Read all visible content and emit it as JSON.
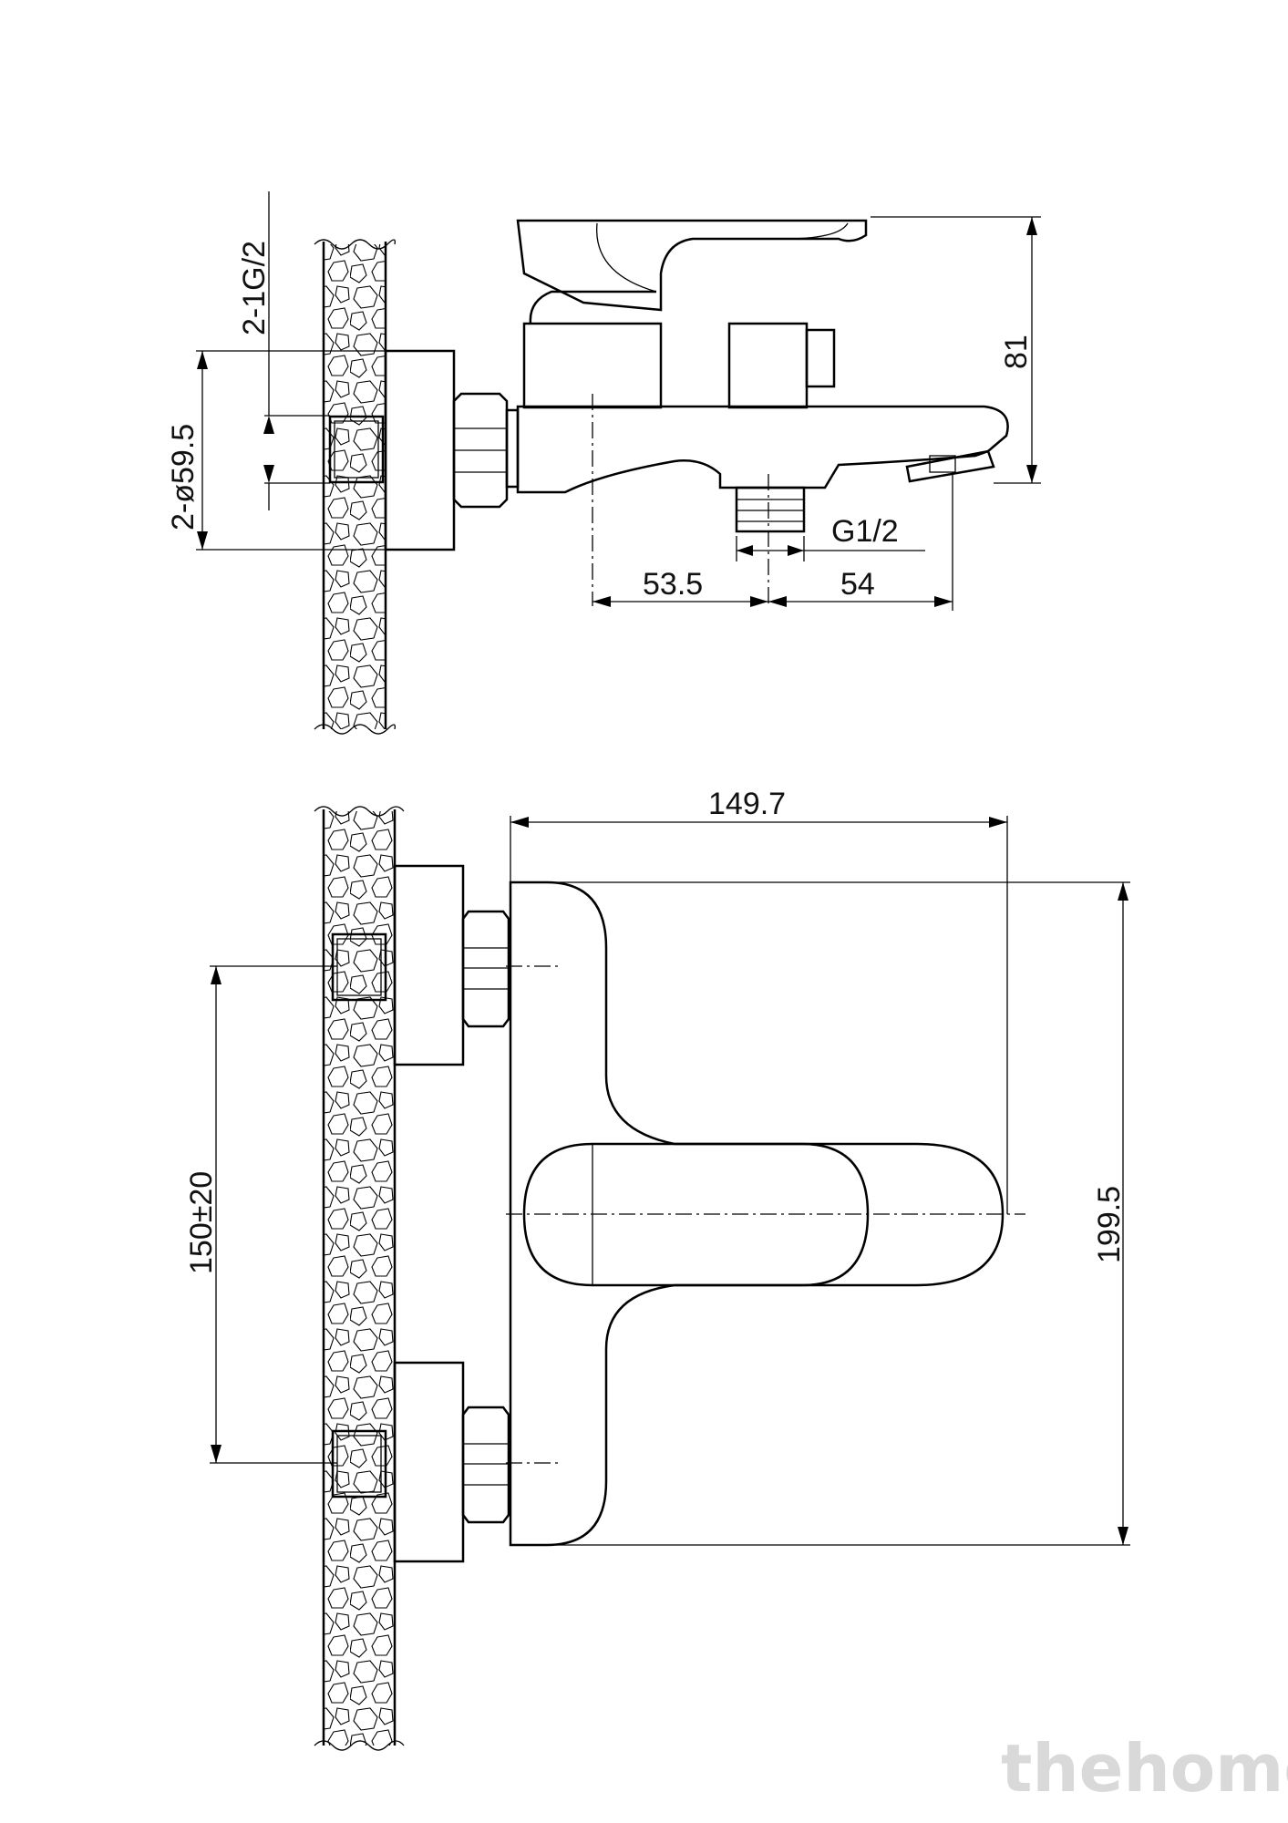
{
  "drawing": {
    "side_view": {
      "dims": {
        "inlet_thread": "2-1G/2",
        "eccentric": "2-ø59.5",
        "height": "81",
        "outlet_thread": "G1/2",
        "offset_left": "53.5",
        "offset_right": "54"
      }
    },
    "front_view": {
      "dims": {
        "width": "149.7",
        "center_distance": "150±20",
        "height": "199.5"
      }
    }
  },
  "watermark": "thehome"
}
